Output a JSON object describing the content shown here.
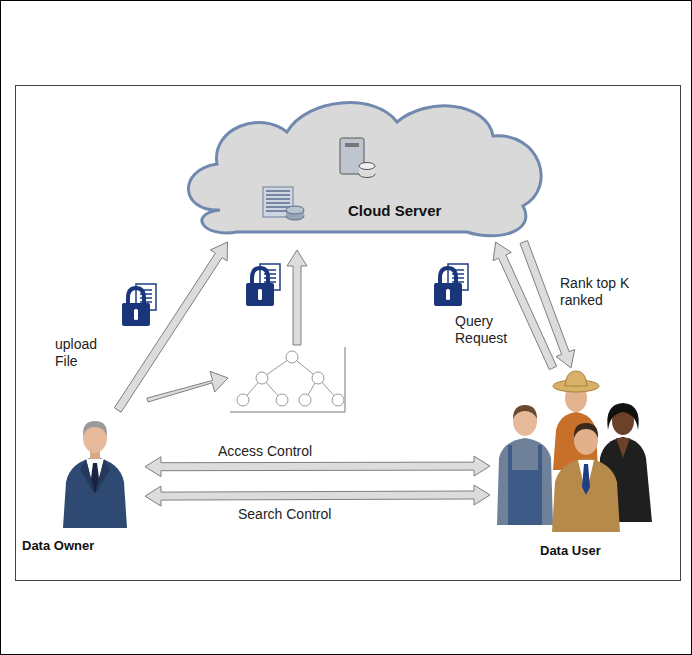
{
  "diagram": {
    "nodes": [
      {
        "text": [
          "Cloud Server"
        ]
      },
      {
        "text": [
          "Data Owner"
        ]
      },
      {
        "text": [
          "Data User"
        ]
      }
    ],
    "edges": [
      {
        "from": 1,
        "to": 0,
        "label": "upload File",
        "arrow": "to"
      },
      {
        "from": 2,
        "to": 0,
        "label": "Query Request",
        "arrow": "to"
      },
      {
        "from": 0,
        "to": 2,
        "label": "Rank top K ranked",
        "arrow": "to"
      },
      {
        "from": 1,
        "to": 2,
        "label": "Access Control",
        "arrow": "both"
      },
      {
        "from": 1,
        "to": 2,
        "label": "Search Control",
        "arrow": "both"
      }
    ]
  }
}
